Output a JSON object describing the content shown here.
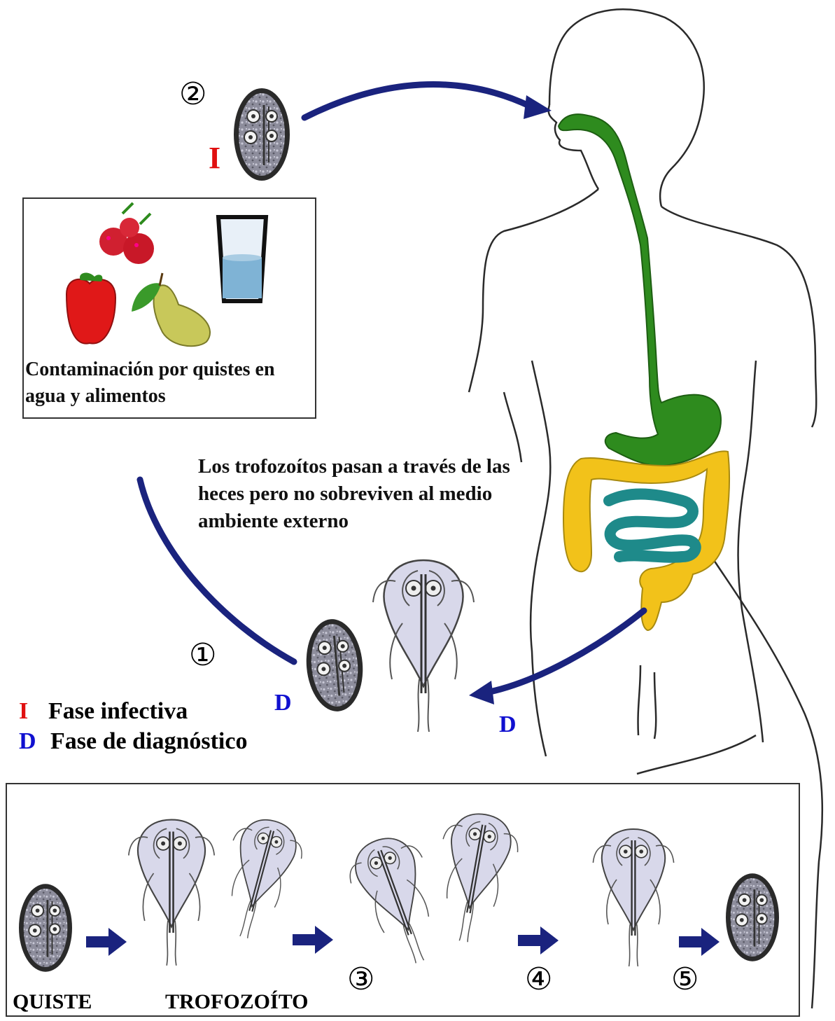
{
  "numbers": {
    "n1": "①",
    "n2": "②",
    "n3": "③",
    "n4": "④",
    "n5": "⑤"
  },
  "markers": {
    "infective": "I",
    "diagnostic": "D"
  },
  "contamination_caption": "Contaminación por quistes en agua y alimentos",
  "trophozoite_note": "Los trofozoítos pasan a través de las heces pero no sobreviven al medio ambiente externo",
  "legend": {
    "infective_letter": "I",
    "infective_label": "Fase infectiva",
    "diagnostic_letter": "D",
    "diagnostic_label": "Fase de diagnóstico"
  },
  "stage_labels": {
    "cyst": "QUISTE",
    "trophozoite": "TROFOZOÍTO"
  },
  "colors": {
    "arrow": "#1a237e",
    "infective": "#e01010",
    "diagnostic": "#1010d0",
    "esophagus_stomach": "#2e8b1e",
    "small_intestine": "#1e8a8a",
    "large_intestine": "#f2c21a",
    "cyst_fill": "#9a9aa8",
    "trophozoite_fill": "#d8d8ea"
  }
}
